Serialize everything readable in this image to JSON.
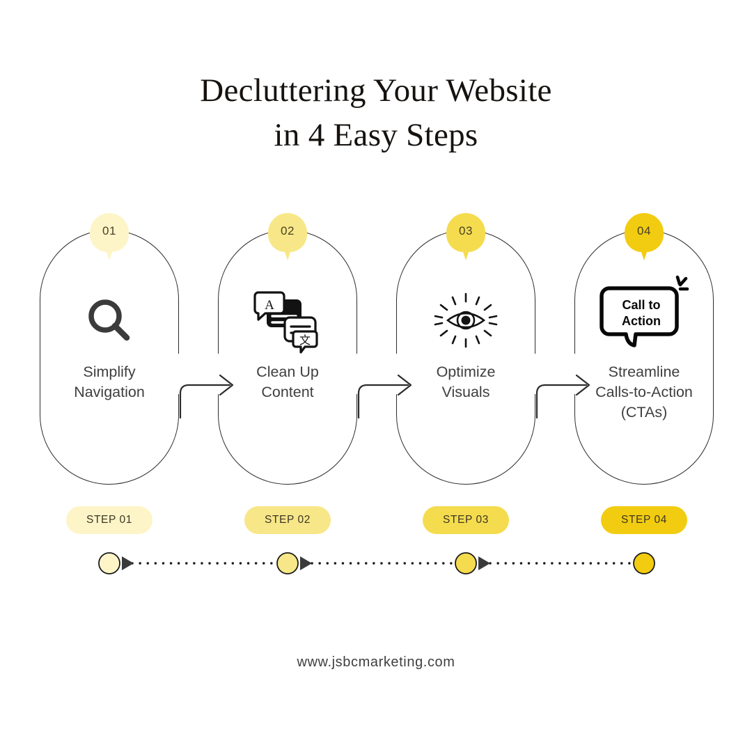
{
  "title": {
    "line1": "Decluttering Your Website",
    "line2": "in 4 Easy Steps"
  },
  "footer": {
    "website": "www.jsbcmarketing.com"
  },
  "palette": {
    "step1": "#fdf5c8",
    "step2": "#f8e788",
    "step3": "#f5dc4e",
    "step4": "#f2cc10",
    "outline": "#2b2b2b",
    "text": "#3f3f3f",
    "title": "#15120f"
  },
  "steps": [
    {
      "number": "01",
      "label": "Simplify\nNavigation",
      "label_line1": "Simplify",
      "label_line2": "Navigation",
      "label_line3": "",
      "pill": "STEP 01",
      "icon": "search-icon",
      "color": "#fdf5c8"
    },
    {
      "number": "02",
      "label": "Clean Up\nContent",
      "label_line1": "Clean Up",
      "label_line2": "Content",
      "label_line3": "",
      "pill": "STEP 02",
      "icon": "translate-content-icon",
      "color": "#f8e788"
    },
    {
      "number": "03",
      "label": "Optimize\nVisuals",
      "label_line1": "Optimize",
      "label_line2": "Visuals",
      "label_line3": "",
      "pill": "STEP 03",
      "icon": "eye-icon",
      "color": "#f5dc4e"
    },
    {
      "number": "04",
      "label": "Streamline\nCalls-to-Action\n(CTAs)",
      "label_line1": "Streamline",
      "label_line2": "Calls-to-Action",
      "label_line3": "(CTAs)",
      "pill": "STEP 04",
      "icon": "call-to-action-bubble-icon",
      "color": "#f2cc10"
    }
  ],
  "cta_icon": {
    "line1": "Call to",
    "line2": "Action"
  },
  "translate_icon": {
    "latin_glyph": "A",
    "cjk_glyph": "文"
  },
  "progress_track": {
    "dots": [
      "#fdf5c8",
      "#f8e788",
      "#f5dc4e",
      "#f2cc10"
    ],
    "connector_style": "dotted-with-arrowhead"
  }
}
